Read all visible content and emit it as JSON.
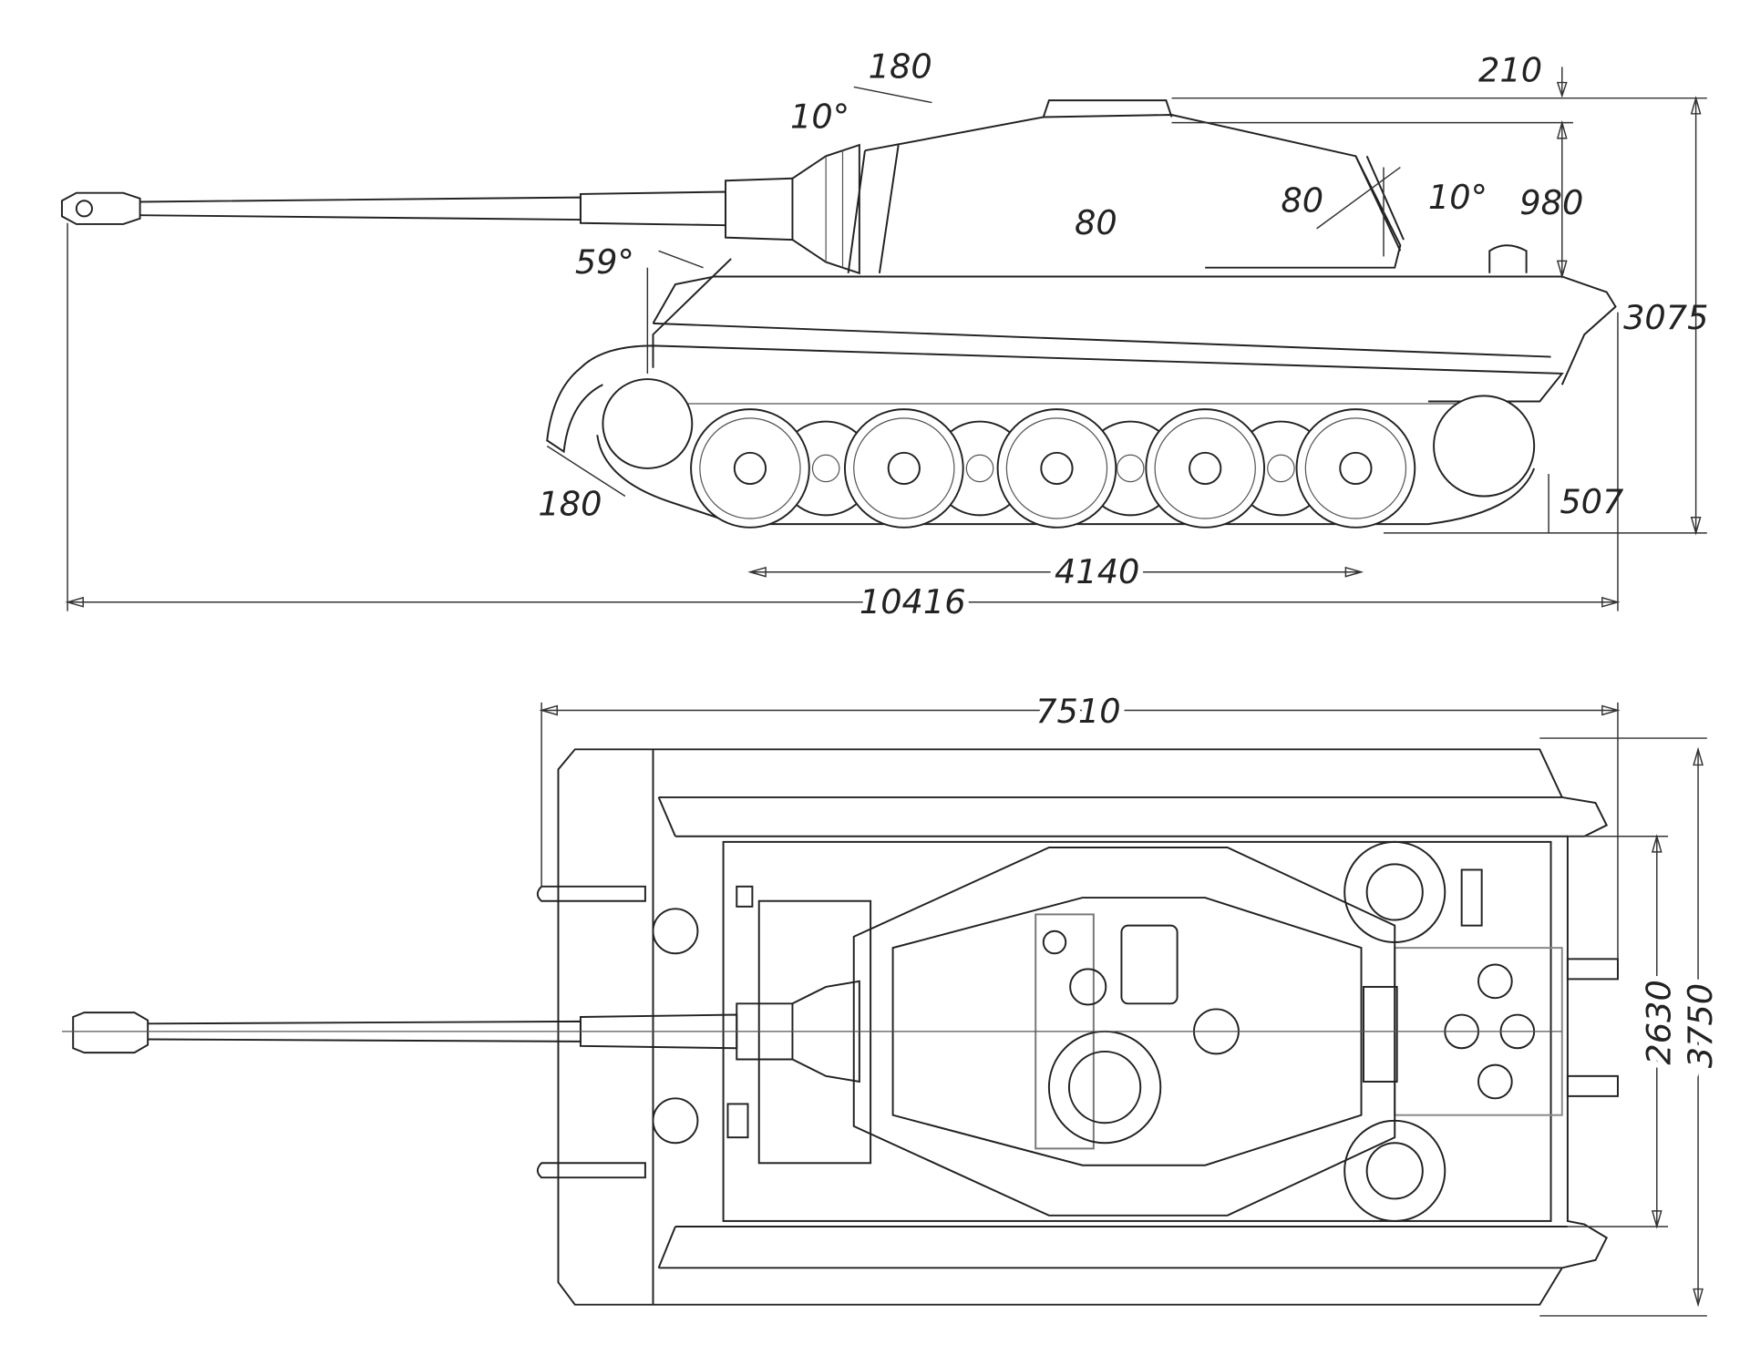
{
  "title": "Tank dimension drawing (side and top views)",
  "side_view": {
    "labels": {
      "mantlet_thickness": "180",
      "mantlet_angle": "10°",
      "cupola_height": "210",
      "turret_height": "980",
      "turret_side_armor": "80",
      "turret_rear_armor": "80",
      "turret_rear_angle": "10°",
      "glacis_angle": "59°",
      "overall_height": "3075",
      "glacis_armor": "180",
      "ground_clearance": "507",
      "ground_contact_length": "4140",
      "overall_length": "10416"
    }
  },
  "top_view": {
    "labels": {
      "hull_length": "7510",
      "track_gauge": "2630",
      "overall_width": "3750"
    }
  }
}
